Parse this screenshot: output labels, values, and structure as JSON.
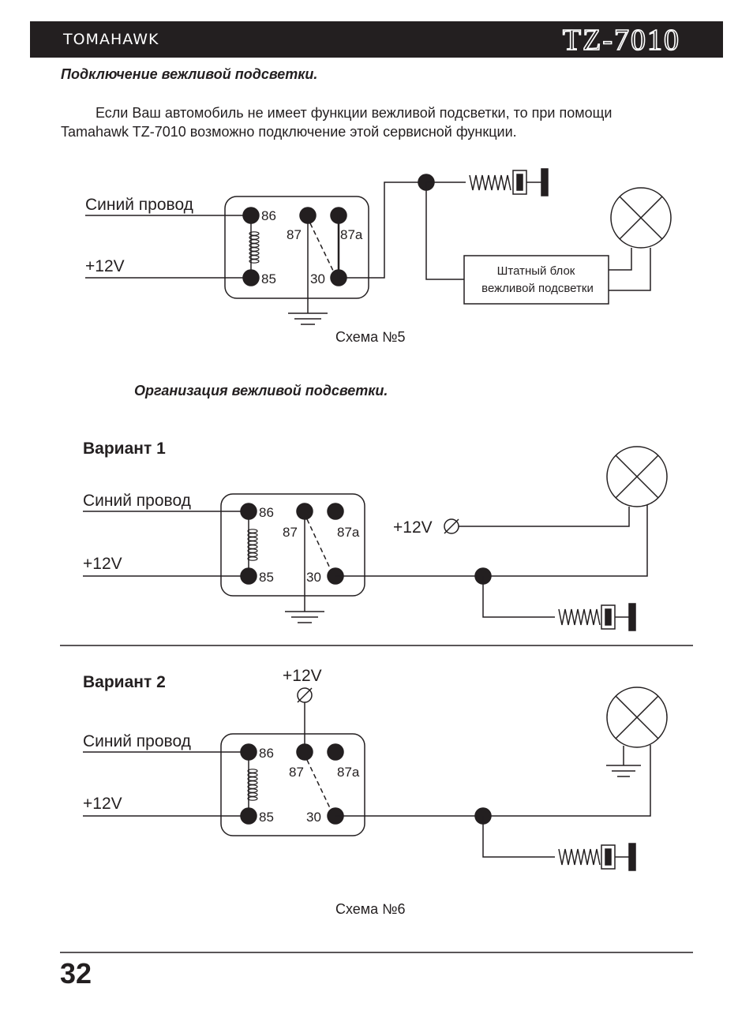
{
  "header": {
    "brand": "TOMAHAWK",
    "model": "TZ-7010"
  },
  "section_title": "Подключение вежливой подсветки.",
  "intro": {
    "line1": "Если Ваш автомобиль не имеет функции вежливой подсветки, то при помощи",
    "line2": "Tamahawk TZ-7010 возможно подключение этой сервисной функции."
  },
  "scheme5": {
    "wire_blue": "Синий провод",
    "wire_12v": "+12V",
    "pins": {
      "p86": "86",
      "p87": "87",
      "p87a": "87a",
      "p85": "85",
      "p30": "30"
    },
    "block_line1": "Штатный блок",
    "block_line2": "вежливой подсветки",
    "caption": "Схема №5"
  },
  "subtitle": "Организация вежливой подсветки.",
  "variant1": {
    "title": "Вариант 1",
    "wire_blue": "Синий провод",
    "wire_12v": "+12V",
    "supply_label": "+12V",
    "pins": {
      "p86": "86",
      "p87": "87",
      "p87a": "87a",
      "p85": "85",
      "p30": "30"
    }
  },
  "variant2": {
    "title": "Вариант 2",
    "wire_blue": "Синий провод",
    "wire_12v": "+12V",
    "supply_label": "+12V",
    "pins": {
      "p86": "86",
      "p87": "87",
      "p87a": "87a",
      "p85": "85",
      "p30": "30"
    }
  },
  "scheme6_caption": "Схема №6",
  "page_number": "32"
}
